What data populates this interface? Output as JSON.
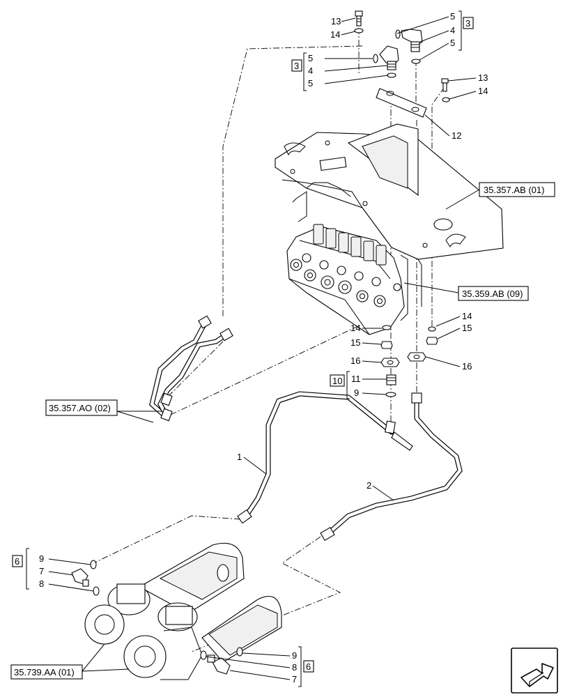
{
  "callouts": {
    "c13a": "13",
    "c14a": "14",
    "c5a": "5",
    "c4a": "4",
    "c5b": "5",
    "c3a": "3",
    "c5c": "5",
    "c4b": "4",
    "c5d": "5",
    "c3b": "3",
    "c13b": "13",
    "c14b": "14",
    "c12": "12",
    "c14c": "14",
    "c15c": "15",
    "c16c": "16",
    "c14d": "14",
    "c15d": "15",
    "c16d": "16",
    "c11": "11",
    "c9a": "9",
    "c10": "10",
    "c1": "1",
    "c2": "2",
    "c9b": "9",
    "c7a": "7",
    "c8a": "8",
    "c6a": "6",
    "c9c": "9",
    "c8b": "8",
    "c7b": "7",
    "c6b": "6"
  },
  "references": {
    "r_ab01": "35.357.AB (01)",
    "r_ab09": "35.359.AB (09)",
    "r_ao02": "35.357.AO (02)",
    "r_aa01": "35.739.AA (01)"
  },
  "icons": [
    "next-page-arrow-icon"
  ]
}
